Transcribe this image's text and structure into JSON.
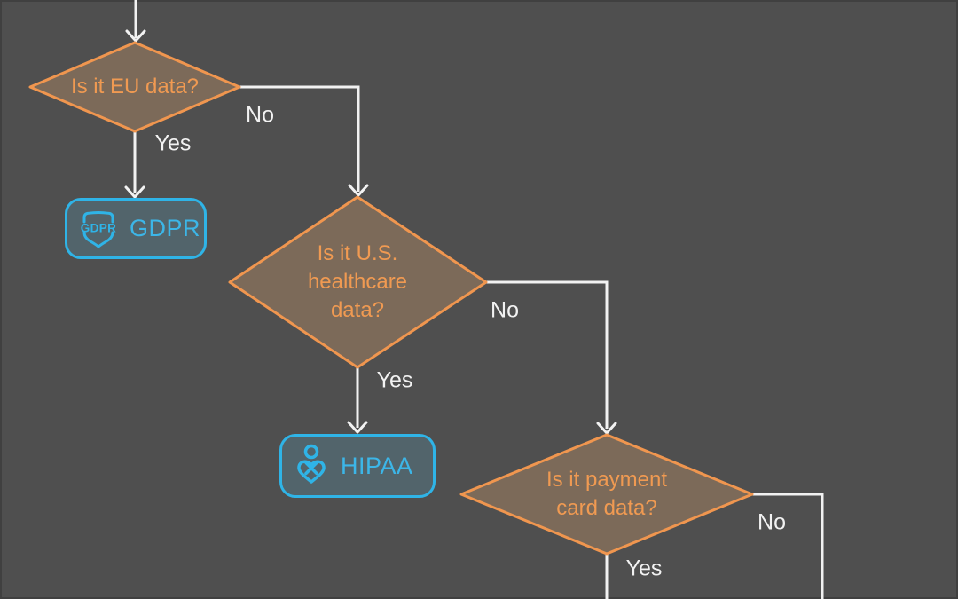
{
  "diagram": {
    "description": "Data compliance decision flowchart",
    "background": "#4f4f4f"
  },
  "colors": {
    "decision_border": "#f0964f",
    "decision_fill": "#7c6a59",
    "decision_text": "#f09a52",
    "terminal_border": "#2fb4e7",
    "terminal_fill": "#52646b",
    "terminal_text": "#3cb6e8",
    "connector": "#f2f2f2"
  },
  "nodes": {
    "eu": {
      "question": "Is it EU data?"
    },
    "healthcare": {
      "question": "Is it U.S.\nhealthcare\ndata?"
    },
    "payment": {
      "question": "Is it payment\ncard data?"
    },
    "gdpr": {
      "label": "GDPR",
      "badge_text": "GDPR",
      "icon": "gdpr-shield-icon"
    },
    "hipaa": {
      "label": "HIPAA",
      "icon": "person-heart-icon"
    }
  },
  "edge_labels": {
    "eu_yes": "Yes",
    "eu_no": "No",
    "healthcare_yes": "Yes",
    "healthcare_no": "No",
    "payment_yes": "Yes",
    "payment_no": "No"
  }
}
